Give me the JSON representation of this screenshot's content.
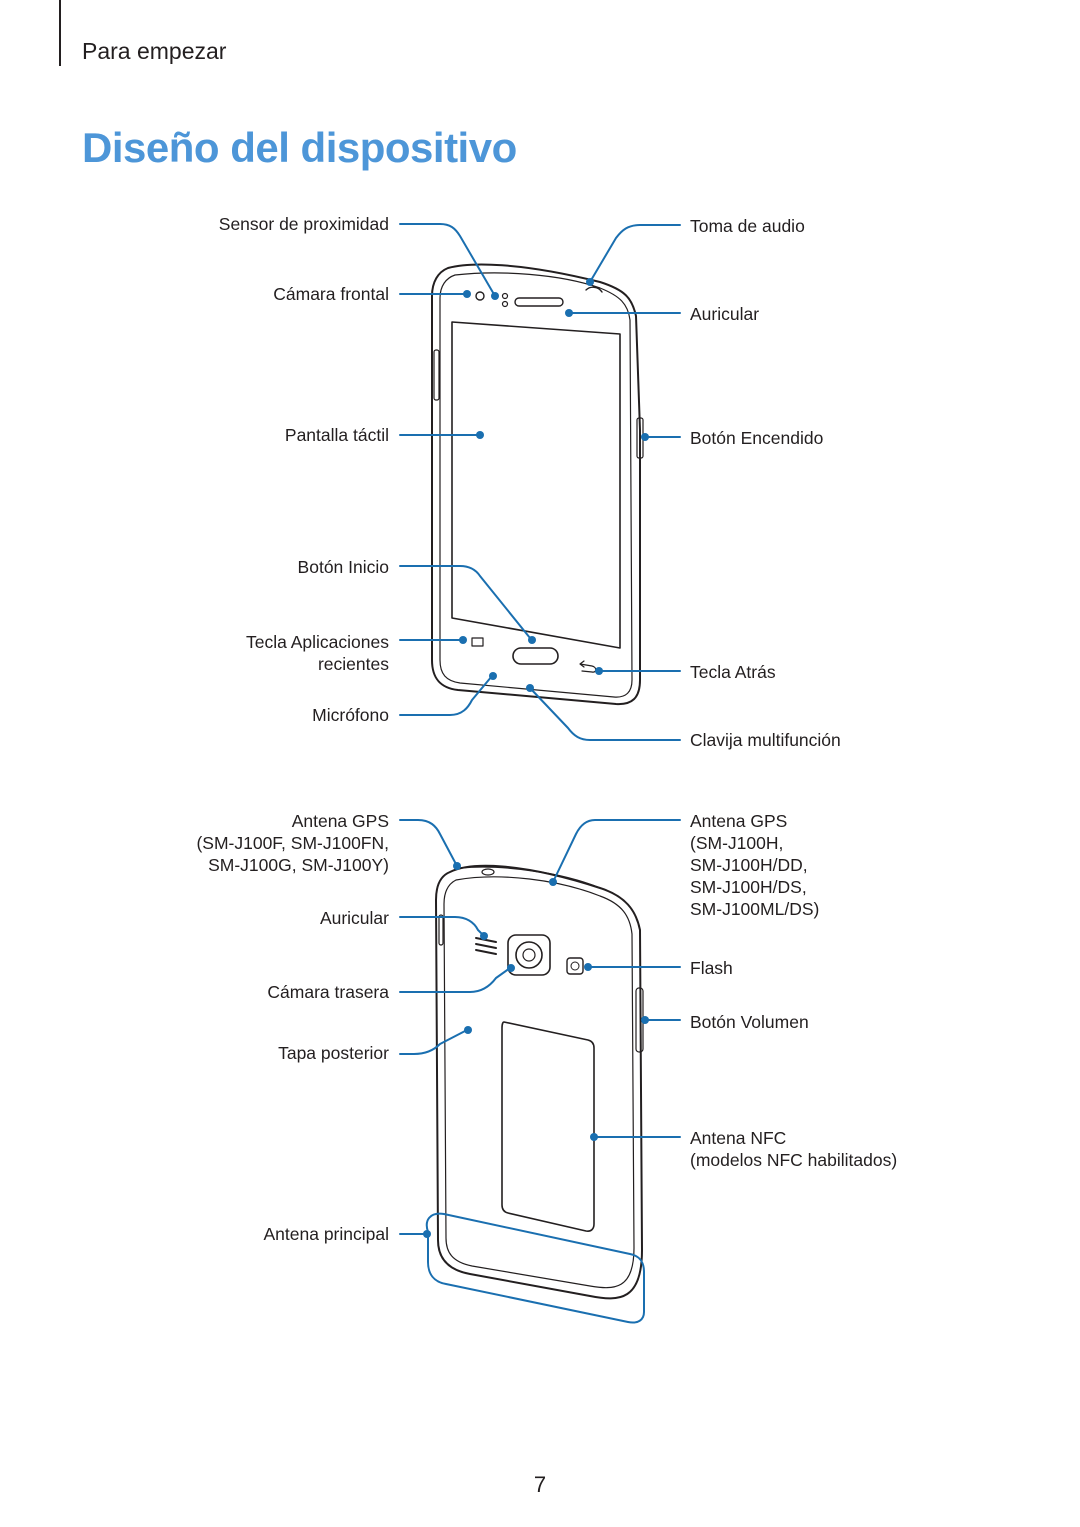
{
  "header": {
    "section": "Para empezar",
    "title": "Diseño del dispositivo"
  },
  "front_labels": {
    "proximity_sensor": "Sensor de proximidad",
    "front_camera": "Cámara frontal",
    "touch_screen": "Pantalla táctil",
    "home_button": "Botón Inicio",
    "recent_apps_line1": "Tecla Aplicaciones",
    "recent_apps_line2": "recientes",
    "microphone": "Micrófono",
    "audio_jack": "Toma de audio",
    "earpiece": "Auricular",
    "power_button": "Botón Encendido",
    "back_key": "Tecla Atrás",
    "multipurpose_jack": "Clavija multifunción"
  },
  "back_labels": {
    "gps_left_line1": "Antena GPS",
    "gps_left_line2": "(SM-J100F, SM-J100FN,",
    "gps_left_line3": "SM-J100G, SM-J100Y)",
    "speaker": "Auricular",
    "rear_camera": "Cámara trasera",
    "back_cover": "Tapa posterior",
    "main_antenna": "Antena principal",
    "gps_right_line1": "Antena GPS",
    "gps_right_line2": "(SM-J100H,",
    "gps_right_line3": "SM-J100H/DD,",
    "gps_right_line4": "SM-J100H/DS,",
    "gps_right_line5": "SM-J100ML/DS)",
    "flash": "Flash",
    "volume_button": "Botón Volumen",
    "nfc_line1": "Antena NFC",
    "nfc_line2": "(modelos NFC habilitados)"
  },
  "footer": {
    "page_number": "7"
  },
  "colors": {
    "title": "#4d96d8",
    "callout": "#1a6fb0",
    "text": "#231f20"
  }
}
